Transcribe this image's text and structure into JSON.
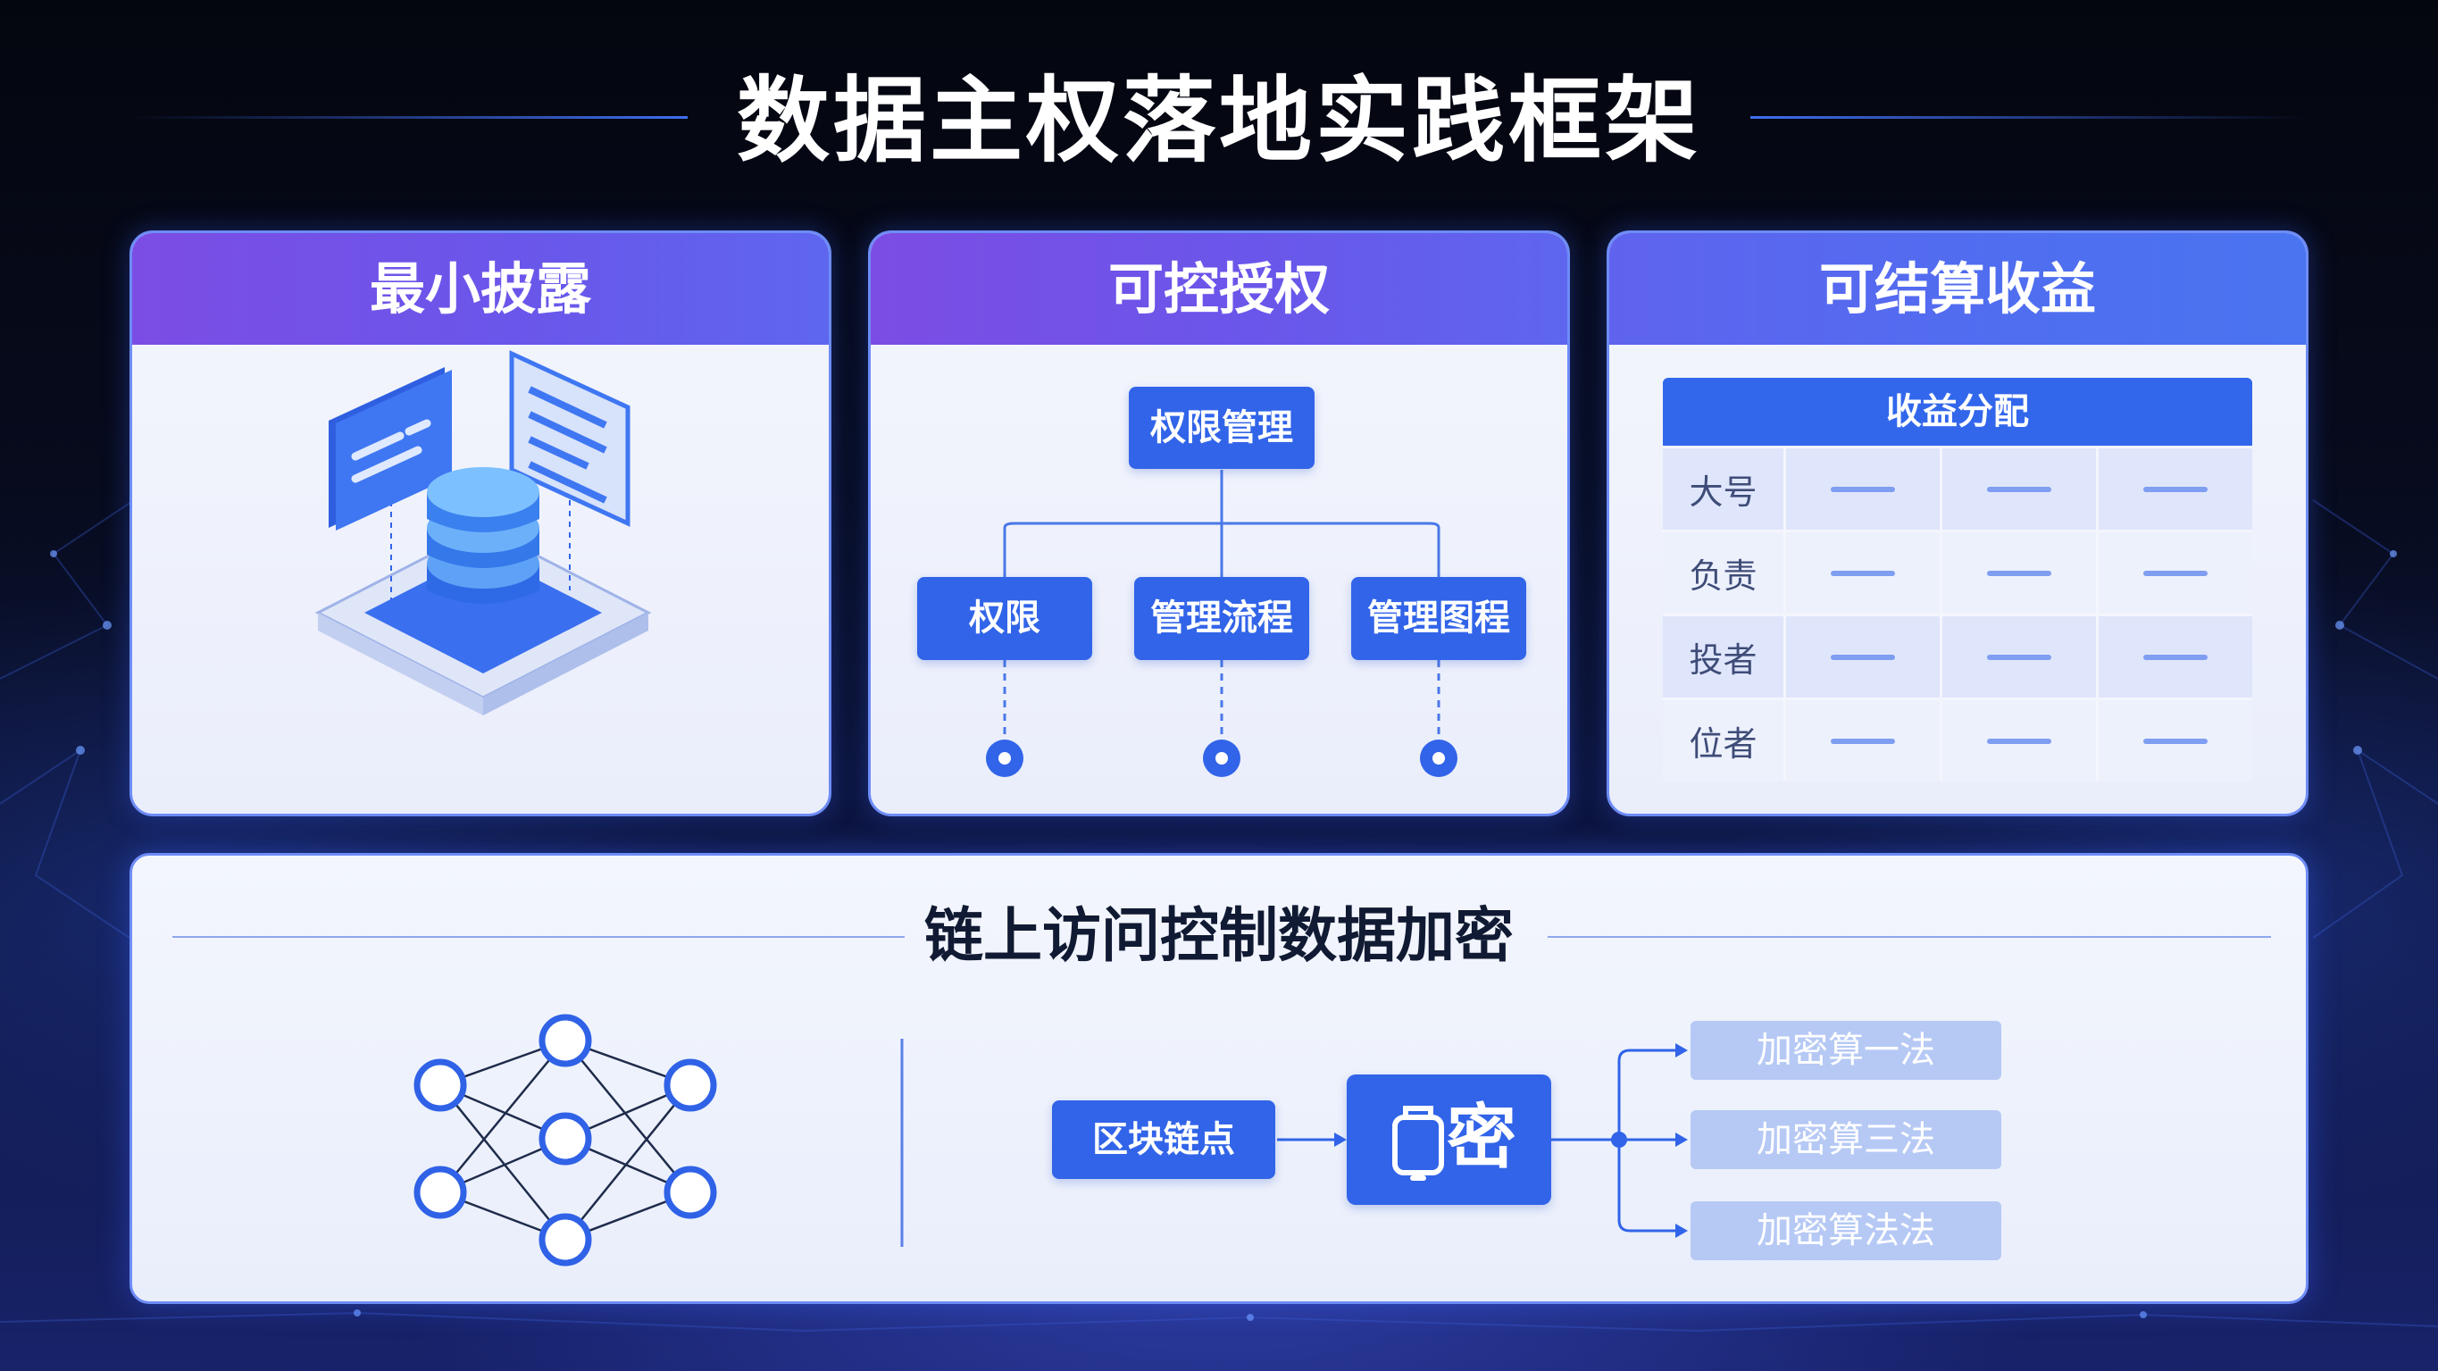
{
  "title": "数据主权落地实践框架",
  "cards": [
    {
      "title": "最小披露"
    },
    {
      "title": "可控授权",
      "root": "权限管理",
      "children": [
        "权限",
        "管理流程",
        "管理图程"
      ]
    },
    {
      "title": "可结算收益",
      "table": {
        "header": "收益分配",
        "rows": [
          "大号",
          "负责",
          "投者",
          "位者"
        ]
      }
    }
  ],
  "bottom": {
    "title": "链上访问控制数据加密",
    "chain_node": "区块链点",
    "encrypt_label": "密",
    "algorithms": [
      "加密算一法",
      "加密算三法",
      "加密算法法"
    ]
  },
  "colors": {
    "accent_blue": "#3164e8",
    "header_purple": "#7c4de4",
    "light_blue_box": "#b6c9f5"
  }
}
